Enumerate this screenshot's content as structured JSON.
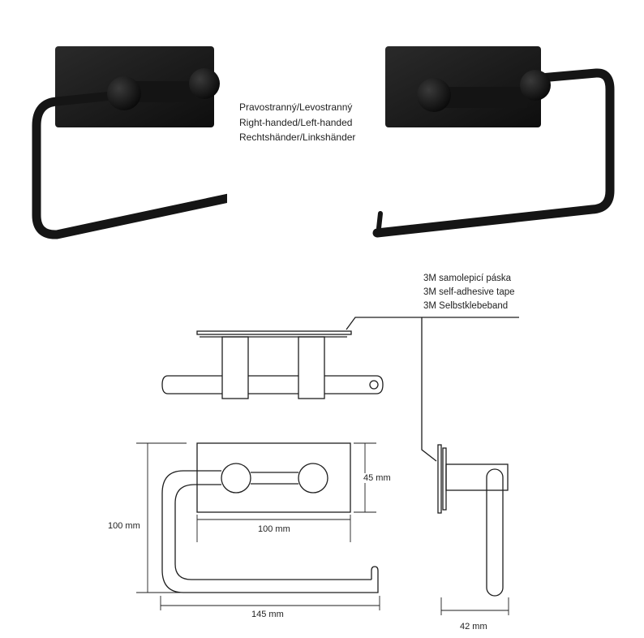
{
  "handedness": {
    "line_cs": "Pravostranný/Levostranný",
    "line_en": "Right-handed/Left-handed",
    "line_de": "Rechtshänder/Linkshänder"
  },
  "tape": {
    "line_cs": "3M samolepicí páska",
    "line_en": "3M self-adhesive tape",
    "line_de": "3M Selbstklebeband"
  },
  "dimensions": {
    "plate_height": "45 mm",
    "plate_width": "100 mm",
    "overall_height": "100 mm",
    "overall_width": "145 mm",
    "depth": "42 mm"
  },
  "colors": {
    "product": "#151515",
    "line": "#1e1e1e"
  }
}
